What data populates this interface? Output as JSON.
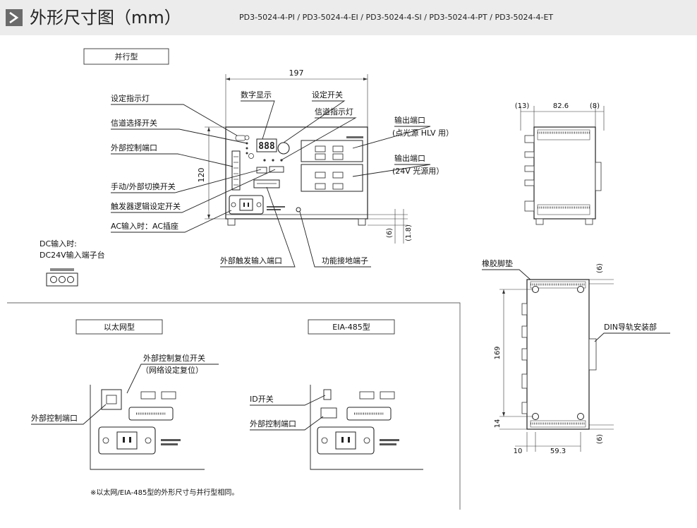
{
  "header": {
    "title": "外形尺寸图（mm）",
    "models": "PD3-5024-4-PI / PD3-5024-4-EI / PD3-5024-4-SI / PD3-5024-4-PT / PD3-5024-4-ET",
    "arrow_icon": "chevron-right-icon",
    "background": "#ececec"
  },
  "parallel": {
    "type_label": "并行型",
    "dim_width": "197",
    "dim_height": "120",
    "dim_foot": "(6)",
    "dim_foot2": "(1.8)",
    "labels": {
      "setting_indicator": "设定指示灯",
      "channel_select": "信道选择开关",
      "ext_control_port": "外部控制端口",
      "manual_ext_switch": "手动/外部切换开关",
      "trigger_logic": "触发器逻辑设定开关",
      "ac_input": "AC输入时：AC插座",
      "digital_display": "数字显示",
      "setting_switch": "设定开关",
      "channel_indicator": "信道指示灯",
      "output_port_1": "输出端口",
      "output_port_1_note": "(点光源 HLV 用）",
      "output_port_2": "输出端口",
      "output_port_2_note": "(24V 光源用）",
      "ext_trigger_port": "外部触发输入端口",
      "ground_terminal": "功能接地端子"
    },
    "dc_label_1": "DC输入时:",
    "dc_label_2": "DC24V输入端子台"
  },
  "side_view": {
    "dim_left": "(13)",
    "dim_mid": "82.6",
    "dim_right": "(8)"
  },
  "bottom_view": {
    "rubber_foot": "橡胶脚垫",
    "din_rail": "DIN导轨安装部",
    "dim_top": "(6)",
    "dim_height": "169",
    "dim_small": "14",
    "dim_bottom": "(6)",
    "dim_left": "10",
    "dim_width": "59.3"
  },
  "ethernet": {
    "type_label": "以太网型",
    "reset_switch": "外部控制复位开关",
    "reset_note": "（网络设定复位）",
    "ext_control_port": "外部控制端口"
  },
  "eia485": {
    "type_label": "EIA-485型",
    "id_switch": "ID开关",
    "ext_control_port": "外部控制端口"
  },
  "footnote": "※以太网/EIA-485型的外形尺寸与并行型相同。"
}
